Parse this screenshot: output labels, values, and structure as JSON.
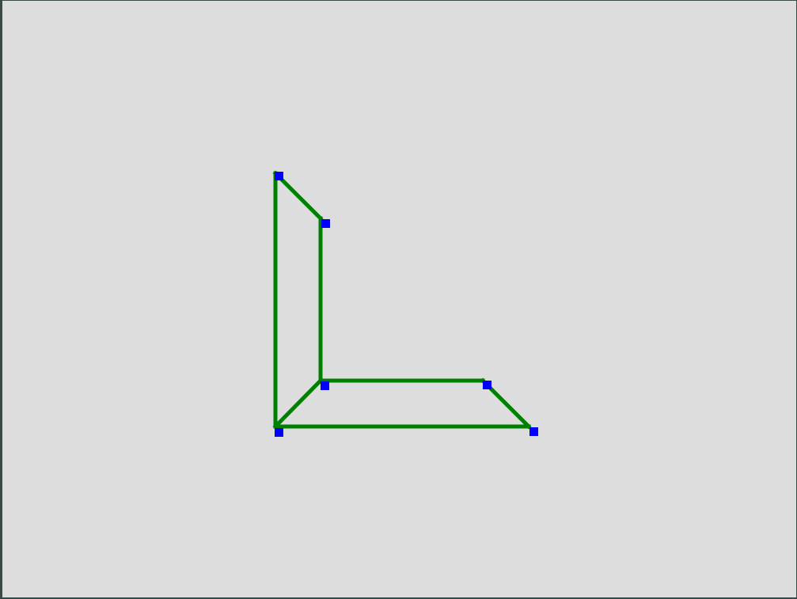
{
  "colors": {
    "background": "#dddddd",
    "frame": "#3b4a45",
    "edge": "#008000",
    "vertex": "#0000ff"
  },
  "diagram": {
    "shape": "L-shaped wireframe",
    "vertex_count": 6,
    "edge_count": 7
  }
}
